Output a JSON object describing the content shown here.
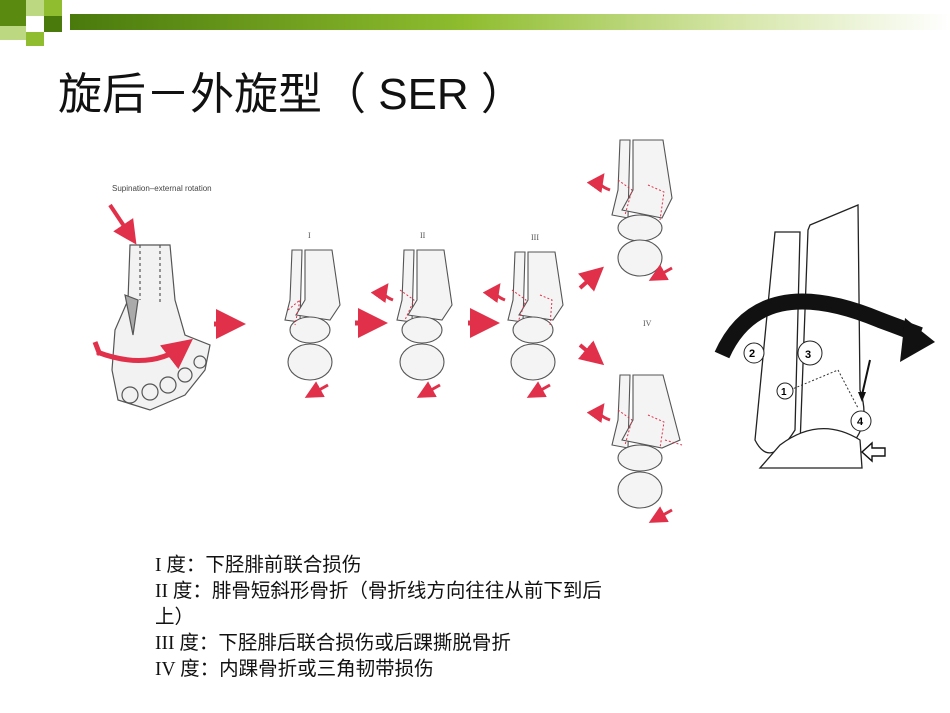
{
  "slide": {
    "title": "旋后－外旋型（ SER ）",
    "title_main": "旋后－外旋型（",
    "title_latin": " SER ",
    "title_end": "）"
  },
  "figure": {
    "diagram_caption": "Supination–external rotation",
    "stage_labels": [
      "I",
      "II",
      "III",
      "IV"
    ],
    "ligament_numbers": [
      "1",
      "2",
      "3",
      "4"
    ]
  },
  "stages": [
    {
      "line": "I 度：下胫腓前联合损伤"
    },
    {
      "line": "II 度：腓骨短斜形骨折（骨折线方向往往从前下到后"
    },
    {
      "line": "上）"
    },
    {
      "line": "III 度：下胫腓后联合损伤或后踝撕脱骨折"
    },
    {
      "line": "IV 度：内踝骨折或三角韧带损伤"
    }
  ],
  "colors": {
    "accent_green": "#4a7a0c",
    "light_green": "#8fbd2f",
    "arrow_red": "#e0304a"
  }
}
